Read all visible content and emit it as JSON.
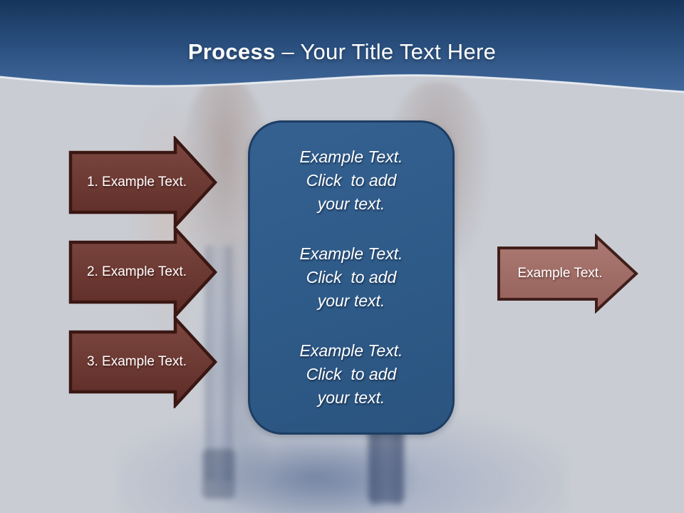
{
  "title": {
    "emphasis": "Process",
    "rest": " – Your Title Text Here"
  },
  "steps": [
    {
      "label": "1. Example Text."
    },
    {
      "label": "2. Example Text."
    },
    {
      "label": "3. Example Text."
    }
  ],
  "detail_box": {
    "blocks": [
      "Example Text.\nClick  to add\nyour text.",
      "Example Text.\nClick  to add\nyour text.",
      "Example Text.\nClick  to add\nyour text."
    ]
  },
  "result": {
    "label": "Example Text."
  },
  "colors": {
    "background": "#c9ccd3",
    "header_blue_dark": "#16355b",
    "header_blue_light": "#41689a",
    "detail_box_fill": "#2e5a88",
    "detail_box_border": "#1d3e63",
    "step_arrow_fill": "#6a342e",
    "step_arrow_border": "#3a1713",
    "result_arrow_fill": "#a06b66",
    "result_arrow_border": "#401e1a",
    "text": "#ffffff"
  }
}
